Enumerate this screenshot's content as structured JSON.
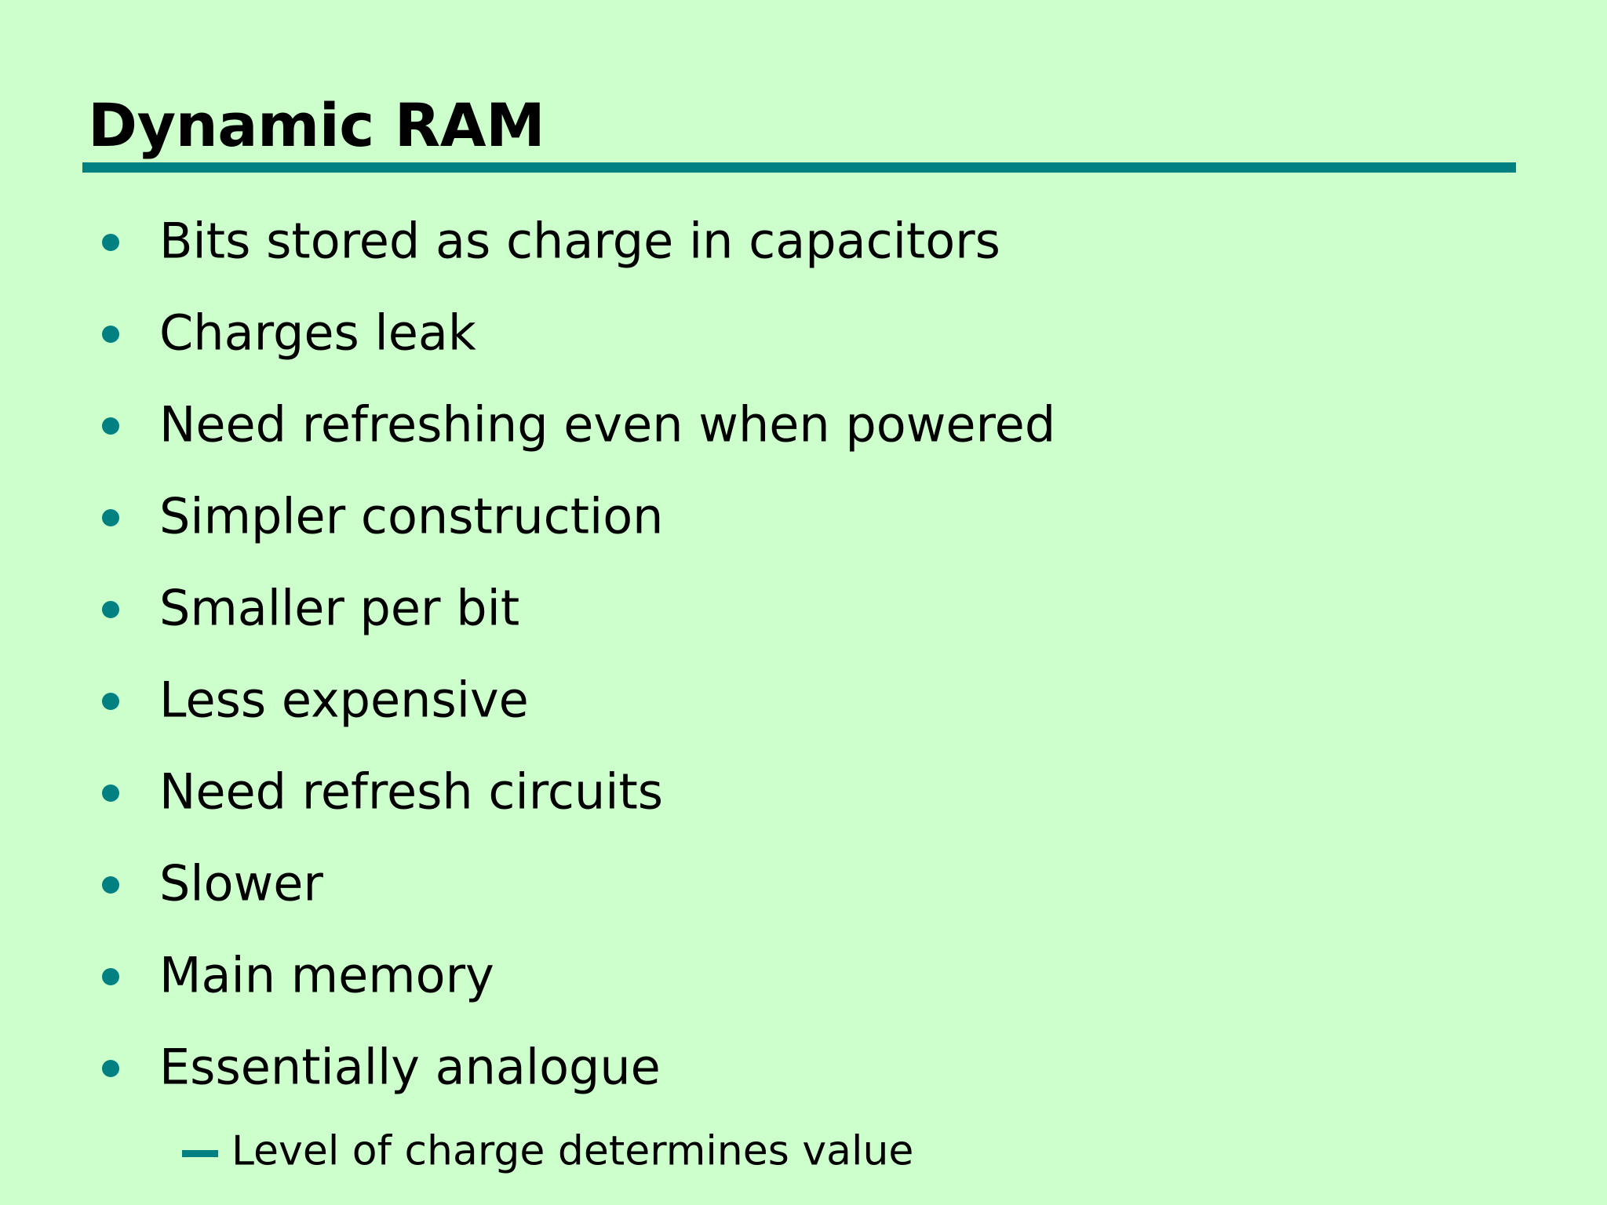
{
  "slide": {
    "title": "Dynamic RAM",
    "colors": {
      "background": "#ccffcc",
      "accent": "#008080",
      "text": "#000000"
    },
    "bullets": [
      {
        "text": "Bits stored as charge in capacitors",
        "marker": "disc-bullet"
      },
      {
        "text": "Charges leak",
        "marker": "disc-bullet"
      },
      {
        "text": "Need refreshing even when powered",
        "marker": "disc-bullet"
      },
      {
        "text": "Simpler construction",
        "marker": "disc-bullet"
      },
      {
        "text": "Smaller per bit",
        "marker": "disc-bullet"
      },
      {
        "text": "Less expensive",
        "marker": "disc-bullet"
      },
      {
        "text": "Need refresh circuits",
        "marker": "disc-bullet"
      },
      {
        "text": "Slower",
        "marker": "disc-bullet"
      },
      {
        "text": "Main memory",
        "marker": "disc-bullet"
      },
      {
        "text": "Essentially analogue",
        "marker": "disc-bullet"
      }
    ],
    "subbullets": [
      {
        "text": "Level of charge determines value",
        "marker": "dash-bullet"
      }
    ]
  }
}
